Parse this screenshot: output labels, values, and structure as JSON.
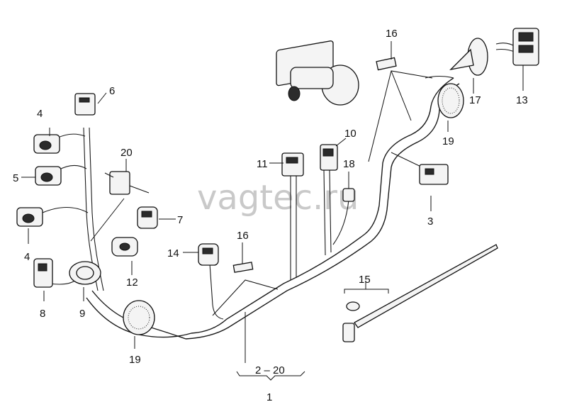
{
  "watermark": "vagtec.ru",
  "callouts": [
    {
      "id": "c1",
      "text": "1"
    },
    {
      "id": "c2-20",
      "text": "2 – 20"
    },
    {
      "id": "c3",
      "text": "3"
    },
    {
      "id": "c4a",
      "text": "4"
    },
    {
      "id": "c4b",
      "text": "4"
    },
    {
      "id": "c5",
      "text": "5"
    },
    {
      "id": "c6",
      "text": "6"
    },
    {
      "id": "c7",
      "text": "7"
    },
    {
      "id": "c8",
      "text": "8"
    },
    {
      "id": "c9",
      "text": "9"
    },
    {
      "id": "c10",
      "text": "10"
    },
    {
      "id": "c11",
      "text": "11"
    },
    {
      "id": "c12",
      "text": "12"
    },
    {
      "id": "c13",
      "text": "13"
    },
    {
      "id": "c14",
      "text": "14"
    },
    {
      "id": "c15",
      "text": "15"
    },
    {
      "id": "c16a",
      "text": "16"
    },
    {
      "id": "c16b",
      "text": "16"
    },
    {
      "id": "c17",
      "text": "17"
    },
    {
      "id": "c18",
      "text": "18"
    },
    {
      "id": "c19a",
      "text": "19"
    },
    {
      "id": "c19b",
      "text": "19"
    },
    {
      "id": "c20",
      "text": "20"
    }
  ]
}
